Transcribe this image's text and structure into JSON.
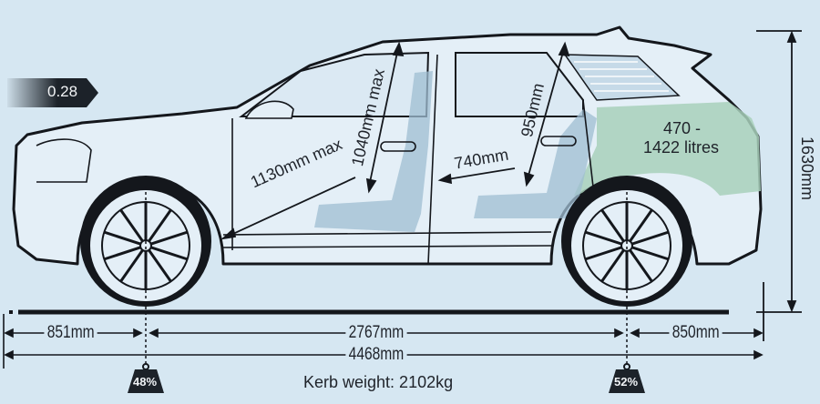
{
  "diagram": {
    "type": "vehicle-dimensions-side-view",
    "colors": {
      "background": "#d6e7f2",
      "body_fill": "#e4eff7",
      "outline": "#14171c",
      "boot_fill": "#a8d0bb",
      "seat_fill": "#9fbdd2",
      "badge": "#1c2229"
    },
    "drag_coefficient": {
      "label": "0.28"
    },
    "interior": {
      "front_legroom": "1130mm max",
      "front_headroom": "1040mm max",
      "rear_legroom": "740mm",
      "rear_headroom": "950mm",
      "boot_capacity_line1": "470 -",
      "boot_capacity_line2": "1422 litres"
    },
    "exterior": {
      "front_overhang": "851mm",
      "wheelbase": "2767mm",
      "rear_overhang": "850mm",
      "overall_length": "4468mm",
      "height": "1630mm"
    },
    "weight": {
      "front_distribution": "48%",
      "rear_distribution": "52%",
      "kerb_weight": "Kerb weight: 2102kg"
    }
  }
}
